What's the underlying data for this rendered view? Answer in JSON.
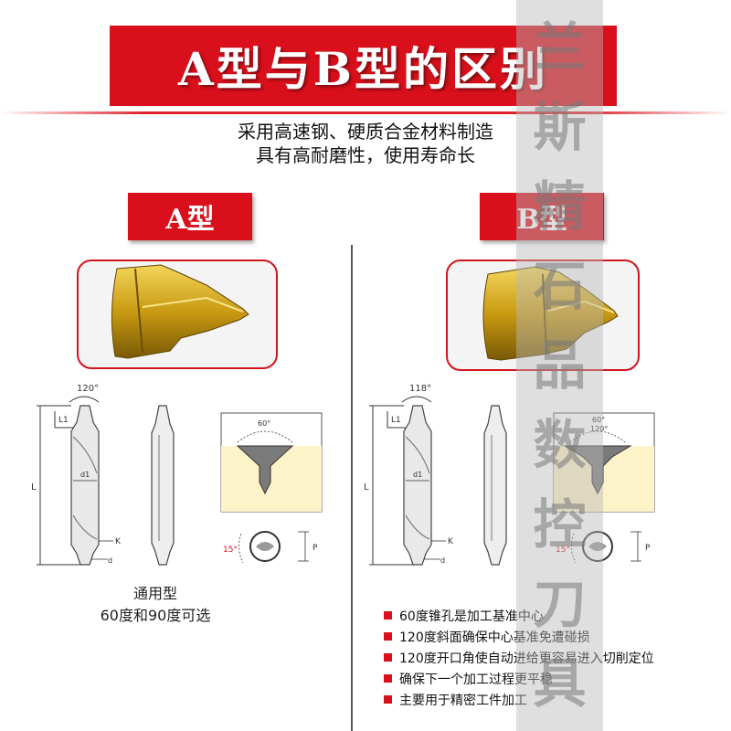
{
  "header": {
    "title": "A型与B型的区别",
    "subtitle_line1": "采用高速钢、硬质合金材料制造",
    "subtitle_line2": "具有高耐磨性，使用寿命长"
  },
  "type_a": {
    "label": "A型",
    "angle_label": "120°",
    "dim_L1": "L1",
    "dim_L": "L",
    "dim_d1": "d1",
    "dim_K": "K",
    "dim_d": "d",
    "hole_angle": "60°",
    "clearance_angle": "15°",
    "dim_P": "P",
    "caption_line1": "通用型",
    "caption_line2": "60度和90度可选"
  },
  "type_b": {
    "label": "B型",
    "angle_label": "118°",
    "dim_L1": "L1",
    "dim_L": "L",
    "dim_d1": "d1",
    "dim_K": "K",
    "dim_d": "d",
    "hole_angle": "60°",
    "hole_angle2": "120°",
    "clearance_angle": "15°",
    "dim_P": "P",
    "features": [
      "60度锥孔是加工基准中心",
      "120度斜面确保中心基准免遭碰损",
      "120度开口角使自动进给更容易进入切削定位",
      "确保下一个加工过程更平稳",
      "主要用于精密工件加工"
    ]
  },
  "watermark": {
    "chars": [
      "兰",
      "斯",
      "精",
      "石",
      "品",
      "数",
      "控",
      "刀",
      "具"
    ]
  },
  "colors": {
    "accent_red": "#d9101b",
    "gold": "#c99a12",
    "hole_fill": "#fdf3c8"
  }
}
